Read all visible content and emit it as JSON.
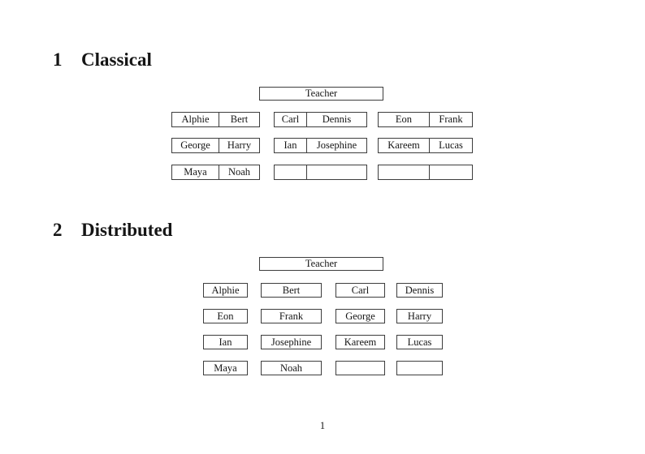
{
  "page": {
    "number": "1",
    "background_color": "#ffffff",
    "border_color": "#3d3d3d",
    "text_color": "#151515"
  },
  "sections": {
    "classical": {
      "number": "1",
      "title": "Classical"
    },
    "distributed": {
      "number": "2",
      "title": "Distributed"
    }
  },
  "classical": {
    "teacher_label": "Teacher",
    "desks": [
      {
        "left": "Alphie",
        "right": "Bert"
      },
      {
        "left": "Carl",
        "right": "Dennis"
      },
      {
        "left": "Eon",
        "right": "Frank"
      },
      {
        "left": "George",
        "right": "Harry"
      },
      {
        "left": "Ian",
        "right": "Josephine"
      },
      {
        "left": "Kareem",
        "right": "Lucas"
      },
      {
        "left": "Maya",
        "right": "Noah"
      },
      {
        "left": "",
        "right": ""
      },
      {
        "left": "",
        "right": ""
      }
    ]
  },
  "distributed": {
    "teacher_label": "Teacher",
    "seats": [
      "Alphie",
      "Bert",
      "Carl",
      "Dennis",
      "Eon",
      "Frank",
      "George",
      "Harry",
      "Ian",
      "Josephine",
      "Kareem",
      "Lucas",
      "Maya",
      "Noah",
      "",
      ""
    ]
  }
}
